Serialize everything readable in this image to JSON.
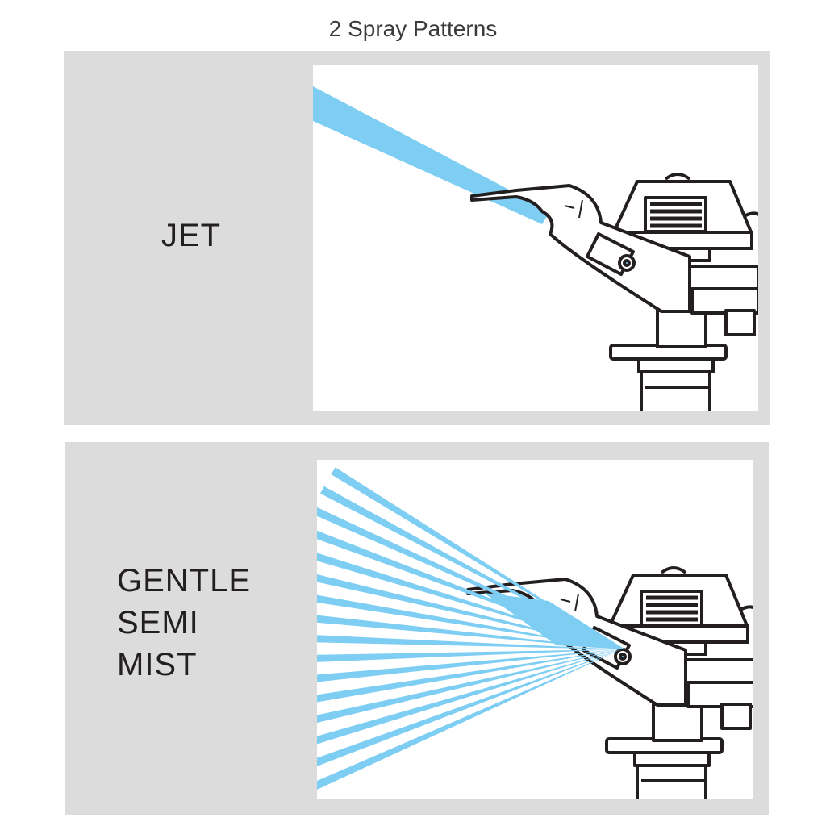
{
  "title": "2 Spray Patterns",
  "panels": [
    {
      "label_lines": [
        "JET"
      ]
    },
    {
      "label_lines": [
        "GENTLE",
        "SEMI",
        "MIST"
      ]
    }
  ],
  "colors": {
    "spray": "#7ecdf3",
    "panel_bg": "#dcdcdc",
    "outline": "#231f20"
  }
}
